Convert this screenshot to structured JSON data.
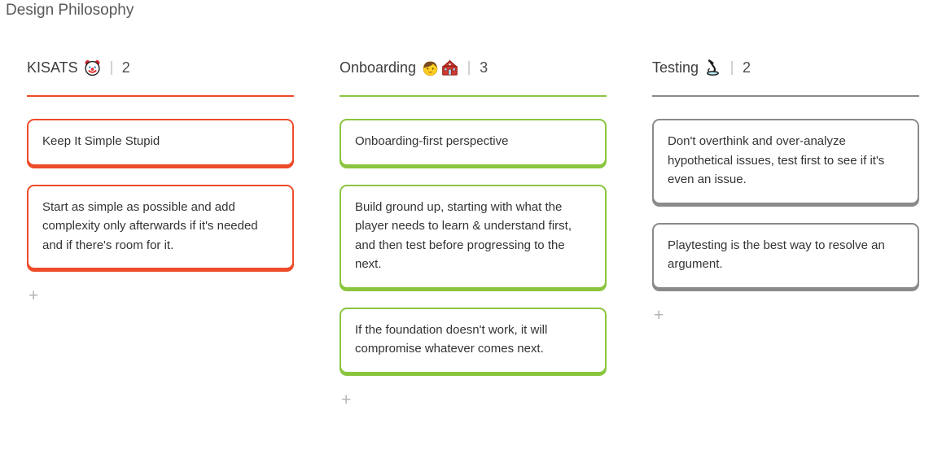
{
  "title": "Design Philosophy",
  "add_card_label": "+",
  "columns": [
    {
      "name": "KISATS",
      "icons": [
        "clown-face-emoji"
      ],
      "count": "2",
      "accent": "#ee4b2a",
      "cards": [
        "Keep It Simple Stupid",
        "Start as simple as possible and add complexity only afterwards if it's needed and if there's room for it."
      ]
    },
    {
      "name": "Onboarding",
      "icons": [
        "boy-emoji",
        "school-emoji"
      ],
      "count": "3",
      "accent": "#8bc53f",
      "cards": [
        "Onboarding-first perspective",
        "Build ground up, starting with what the player needs to learn & understand first, and then test before progressing to the next.",
        "If the foundation doesn't work, it will compromise whatever comes next."
      ]
    },
    {
      "name": "Testing",
      "icons": [
        "microscope-emoji"
      ],
      "count": "2",
      "accent": "#8a8a8a",
      "cards": [
        "Don't overthink and over-analyze hypothetical issues, test first to see if it's even an issue.",
        "Playtesting is the best way to resolve an argument."
      ]
    }
  ]
}
